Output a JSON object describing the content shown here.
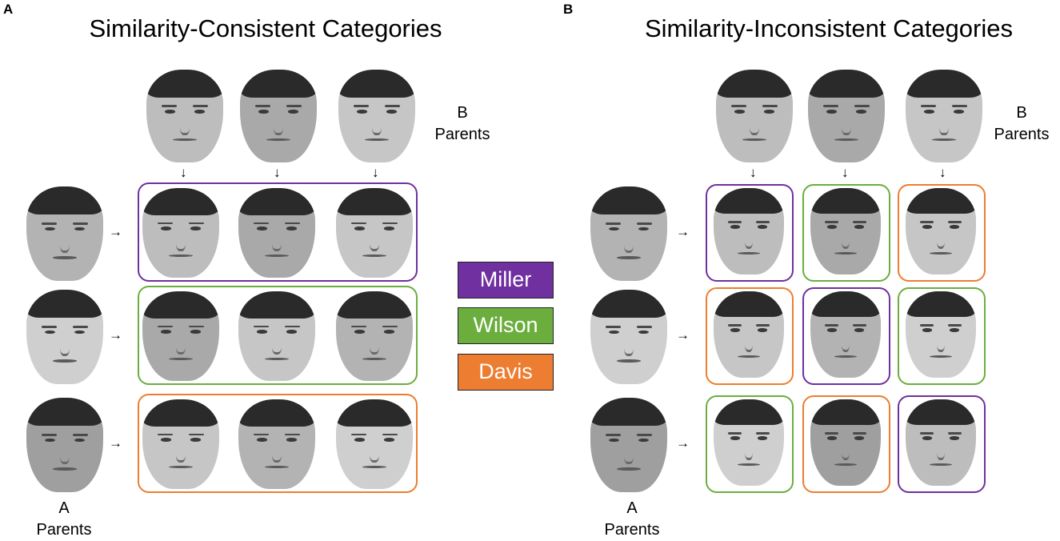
{
  "colors": {
    "miller": "#7030A0",
    "wilson": "#6BAE3E",
    "davis": "#ED7D31",
    "box_text": "#ffffff"
  },
  "panels": [
    {
      "letter": "A",
      "title": "Similarity-Consistent Categories",
      "b_label_line1": "B",
      "b_label_line2": "Parents",
      "a_label_line1": "A",
      "a_label_line2": "Parents",
      "grouping": "rows",
      "row_categories": [
        "miller",
        "wilson",
        "davis"
      ]
    },
    {
      "letter": "B",
      "title": "Similarity-Inconsistent Categories",
      "b_label_line1": "B",
      "b_label_line2": "Parents",
      "a_label_line1": "A",
      "a_label_line2": "Parents",
      "grouping": "cells",
      "cell_categories": [
        [
          "miller",
          "wilson",
          "davis"
        ],
        [
          "davis",
          "miller",
          "wilson"
        ],
        [
          "wilson",
          "davis",
          "miller"
        ]
      ]
    }
  ],
  "legend": [
    {
      "key": "miller",
      "label": "Miller"
    },
    {
      "key": "wilson",
      "label": "Wilson"
    },
    {
      "key": "davis",
      "label": "Davis"
    }
  ],
  "arrow_glyph_down": "↓",
  "arrow_glyph_right": "→"
}
